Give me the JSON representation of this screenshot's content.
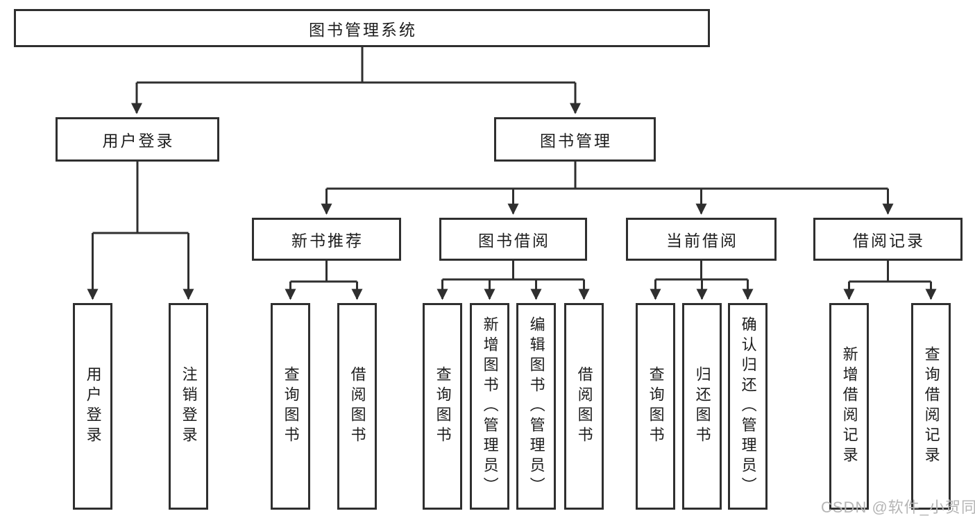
{
  "diagram": {
    "root": {
      "label": "图书管理系统"
    },
    "level2": {
      "user_login": "用户登录",
      "book_management": "图书管理"
    },
    "level3": {
      "new_books": "新书推荐",
      "book_borrowing": "图书借阅",
      "current_borrowing": "当前借阅",
      "borrowing_records": "借阅记录"
    },
    "leaves": {
      "user_login": "用户登录",
      "logout": "注销登录",
      "newbooks_query": "查询图书",
      "newbooks_borrow": "借阅图书",
      "borrowing_query": "查询图书",
      "borrowing_add_admin": "新增图书（管理员）",
      "borrowing_edit_admin": "编辑图书（管理员）",
      "borrowing_borrow": "借阅图书",
      "current_query": "查询图书",
      "current_return": "归还图书",
      "current_confirm_admin": "确认归还（管理员）",
      "records_add": "新增借阅记录",
      "records_query": "查询借阅记录"
    },
    "colors": {
      "line": "#2f2f2f",
      "text": "#1d1d1d",
      "watermark": "#b5b5b5",
      "background": "#ffffff"
    }
  },
  "watermark": {
    "text": "CSDN @软件_小贺同学"
  }
}
